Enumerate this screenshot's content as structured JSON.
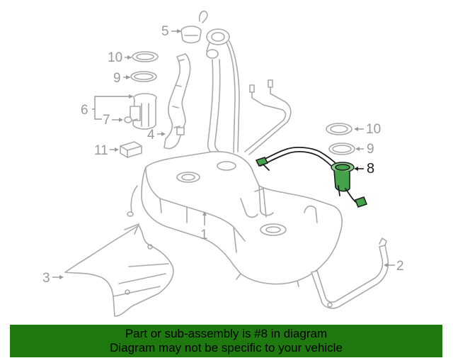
{
  "callouts": {
    "c1": "1",
    "c2": "2",
    "c3": "3",
    "c4": "4",
    "c5": "5",
    "c6": "6",
    "c7": "7",
    "c8": "8",
    "c9_left": "9",
    "c9_right": "9",
    "c10_left": "10",
    "c10_right": "10",
    "c11": "11"
  },
  "banner": {
    "line1": "Part or sub-assembly is #8 in diagram",
    "line2": "Diagram may not be specific to your vehicle"
  },
  "colors": {
    "highlight": "#46a24a",
    "banner_background": "#1e7a0e",
    "line_gray": "#a9a9a9"
  }
}
